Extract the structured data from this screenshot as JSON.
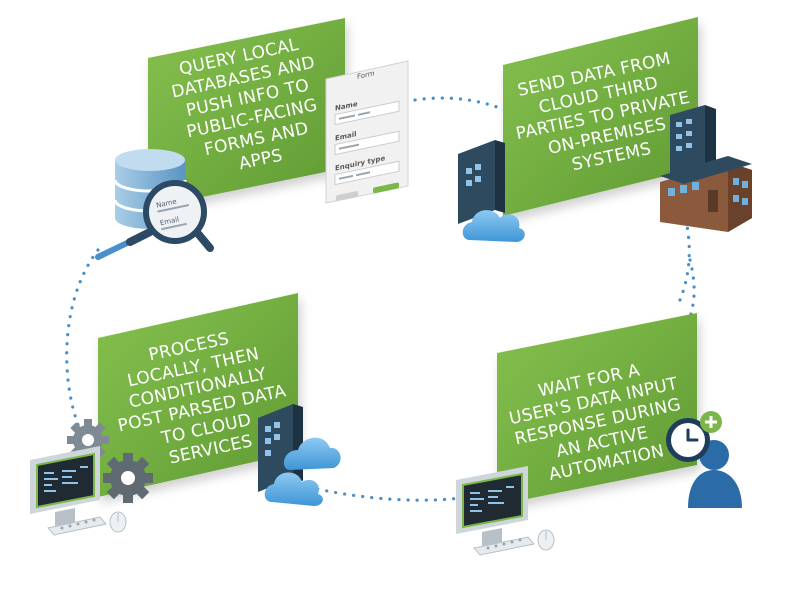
{
  "panels": [
    {
      "id": "query",
      "lines": [
        "QUERY LOCAL",
        "DATABASES AND",
        "PUSH INFO TO",
        "PUBLIC-FACING",
        "FORMS AND",
        "APPS"
      ]
    },
    {
      "id": "send",
      "lines": [
        "SEND DATA FROM",
        "CLOUD THIRD",
        "PARTIES TO PRIVATE",
        "ON-PREMISES",
        "SYSTEMS"
      ]
    },
    {
      "id": "process",
      "lines": [
        "PROCESS",
        "LOCALLY, THEN",
        "CONDITIONALLY",
        "POST PARSED DATA",
        "TO CLOUD",
        "SERVICES"
      ]
    },
    {
      "id": "wait",
      "lines": [
        "WAIT FOR A",
        "USER'S DATA INPUT",
        "RESPONSE DURING",
        "AN ACTIVE",
        "AUTOMATION"
      ]
    }
  ],
  "form": {
    "title": "Form",
    "fields": [
      "Name",
      "Email",
      "Enquiry type"
    ]
  },
  "magnifier": {
    "fields": [
      "Name",
      "Email"
    ]
  },
  "colors": {
    "panel_green": "#7ab648",
    "panel_green_dark": "#5d9632",
    "dots_blue": "#4a8fc9",
    "cloud_blue": "#5fb0e6",
    "server_navy": "#2e4a5f",
    "db_blue": "#7fb3d8",
    "person_blue": "#2b6ca8",
    "building_brown": "#8b5a3c"
  }
}
